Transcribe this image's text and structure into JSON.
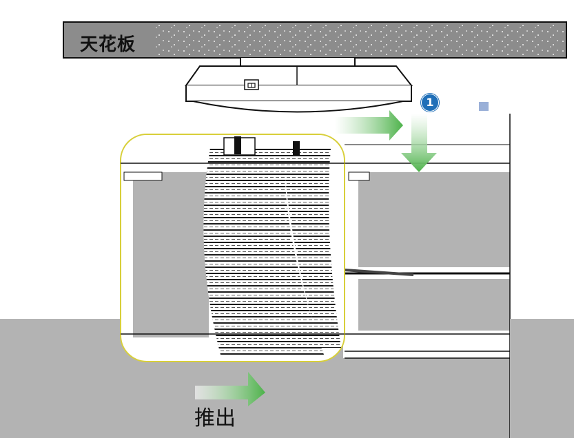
{
  "labels": {
    "ceiling": "天花板",
    "push_out": "推出",
    "step_number": "1"
  },
  "colors": {
    "ceiling_fill": "#8c8c8c",
    "floor_fill": "#b3b3b3",
    "arrow_green": "#4db24a",
    "step_badge": "#1f6fb8",
    "outline": "#111111"
  },
  "icons": [
    "arrow-right-icon",
    "arrow-down-icon",
    "lock-icon"
  ]
}
